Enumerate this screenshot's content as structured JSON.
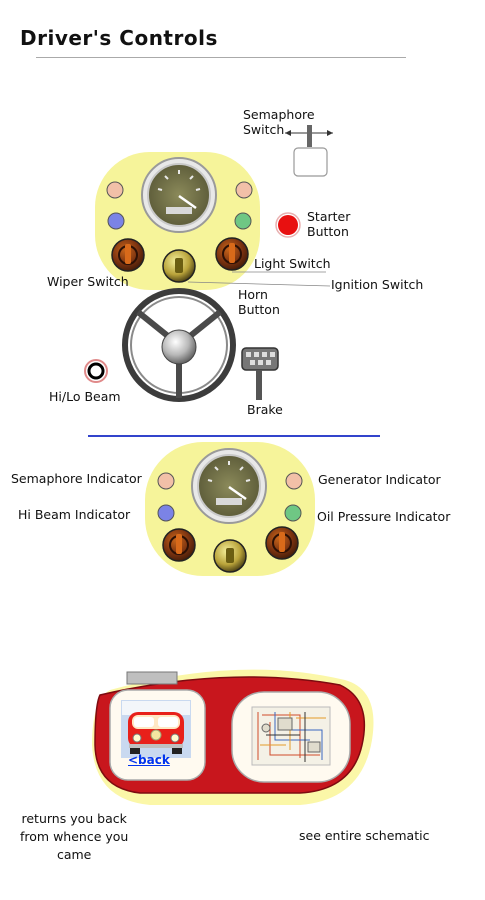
{
  "page": {
    "title": "Driver's Controls"
  },
  "top_panel": {
    "semaphore_switch": "Semaphore\nSwitch",
    "starter_button": "Starter\nButton",
    "light_switch": "Light Switch",
    "wiper_switch": "Wiper Switch",
    "ignition_switch": "Ignition Switch",
    "horn_button": "Horn\nButton",
    "hi_lo_beam": "Hi/Lo Beam",
    "brake": "Brake"
  },
  "indicator_panel": {
    "semaphore_indicator": "Semaphore Indicator",
    "hi_beam_indicator": "Hi Beam Indicator",
    "generator_indicator": "Generator Indicator",
    "oil_pressure_indicator": "Oil Pressure Indicator"
  },
  "navigation": {
    "back_label": "<back",
    "back_caption": "returns you back\nfrom whence you\ncame",
    "schematic_caption": "see entire schematic"
  },
  "colors": {
    "panel_yellow": "#f6f49a",
    "dash_red": "#c8161d",
    "starter_red": "#e81010",
    "indicator_peach": "#f2c0a8",
    "indicator_blue": "#7b83e6",
    "indicator_green": "#6fc784",
    "knob_brown": "#8a3a16",
    "link_blue": "#0033ee"
  }
}
